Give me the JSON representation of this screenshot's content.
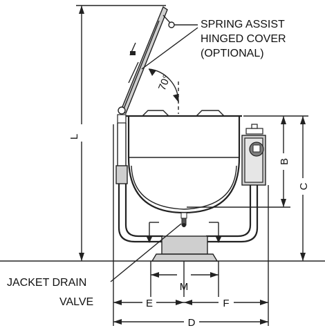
{
  "callouts": {
    "cover_line1": "SPRING ASSIST",
    "cover_line2": "HINGED COVER",
    "cover_line3": "(OPTIONAL)",
    "drain_line1": "JACKET DRAIN",
    "drain_line2": "VALVE",
    "angle": "70°"
  },
  "dimensions": {
    "L": "L",
    "B": "B",
    "C": "C",
    "M": "M",
    "E": "E",
    "F": "F",
    "D": "D"
  }
}
